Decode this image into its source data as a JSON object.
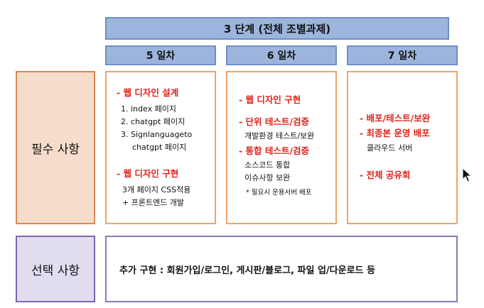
{
  "header": {
    "title": "3 단계 (전체 조별과제)"
  },
  "days": [
    {
      "label": "5 일차"
    },
    {
      "label": "6 일차"
    },
    {
      "label": "7 일차"
    }
  ],
  "required": {
    "label": "필수 사항",
    "day5": {
      "heading1": "- 웹 디자인 설계",
      "item1": "1. index 페이지",
      "item2": "2. chatgpt 페이지",
      "item3a": "3. Signlanguageto",
      "item3b": "chatgpt 페이지",
      "heading2": "- 웹 디자인 구현",
      "line1": "3개 페이지 CSS적용",
      "line2": "+ 프론트엔드 개발"
    },
    "day6": {
      "heading1": "- 웹 디자인 구현",
      "heading2": "- 단위 테스트/검증",
      "line1": "개발환경 테스트/보완",
      "heading3": "- 통합 테스트/검증",
      "line2": "소스코드 통합",
      "line3": "이슈사항 보완",
      "note": "* 필요시 운용서버 배포"
    },
    "day7": {
      "heading1": "- 배포/테스트/보완",
      "heading2": "- 최종본 운영 배포",
      "line1": "클라우드 서버",
      "heading3": "- 전체 공유회"
    }
  },
  "optional": {
    "label": "선택 사항",
    "text": "추가 구현 : 회원가입/로그인, 게시판/블로그, 파일 업/다운로드 등"
  },
  "colors": {
    "header_bg": "#9db5dd",
    "accent_red": "#e0231c",
    "orange_border": "#f0a46a",
    "purple_border": "#8a78bd"
  },
  "icons": {
    "cursor": "mouse-pointer-icon"
  }
}
